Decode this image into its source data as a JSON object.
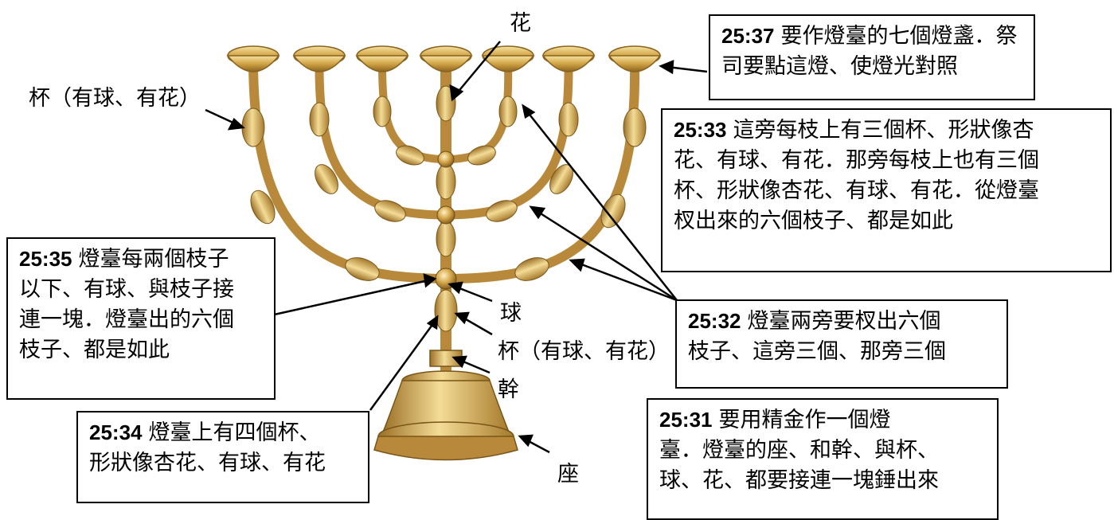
{
  "labels": {
    "flower_top": "花",
    "cup_left": "杯（有球、有花）",
    "knob": "球",
    "cup_stem": "杯（有球、有花）",
    "shaft": "幹",
    "base": "座"
  },
  "verses": {
    "v37": {
      "ref": "25:37",
      "lines": [
        "要作燈臺的七個燈盞．祭",
        "司要點這燈、使燈光對照"
      ]
    },
    "v33": {
      "ref": "25:33",
      "lines": [
        "這旁每枝上有三個杯、形狀像杏",
        "花、有球、有花．那旁每枝上也有三個",
        "杯、形狀像杏花、有球、有花．從燈臺",
        "杈出來的六個枝子、都是如此"
      ]
    },
    "v35": {
      "ref": "25:35",
      "lines": [
        "燈臺每兩個枝子",
        "以下、有球、與枝子接",
        "連一塊．燈臺出的六個",
        "枝子、都是如此"
      ]
    },
    "v32": {
      "ref": "25:32",
      "lines": [
        "燈臺兩旁要杈出六個",
        "枝子、這旁三個、那旁三個"
      ]
    },
    "v34": {
      "ref": "25:34",
      "lines": [
        "燈臺上有四個杯、",
        "形狀像杏花、有球、有花"
      ]
    },
    "v31": {
      "ref": "25:31",
      "lines": [
        "要用精金作一個燈",
        "臺．燈臺的座、和幹、與杯、",
        "球、花、都要接連一塊錘出來"
      ]
    }
  },
  "colors": {
    "gold_light": "#f3d98a",
    "gold_mid": "#c99a3c",
    "gold_dark": "#8a6320"
  }
}
